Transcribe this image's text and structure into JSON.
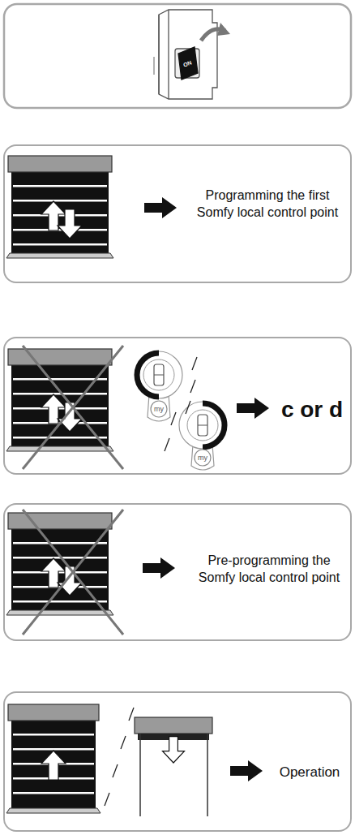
{
  "diagram": {
    "nodes": [
      {
        "text": [
          "Programming the first Somfy local control point"
        ]
      },
      {
        "text": [
          "c or d"
        ]
      },
      {
        "text": [
          "Pre-programming the Somfy local control point"
        ]
      },
      {
        "text": [
          "Operation"
        ]
      }
    ],
    "labels": [
      "ON",
      "my",
      "my"
    ]
  }
}
